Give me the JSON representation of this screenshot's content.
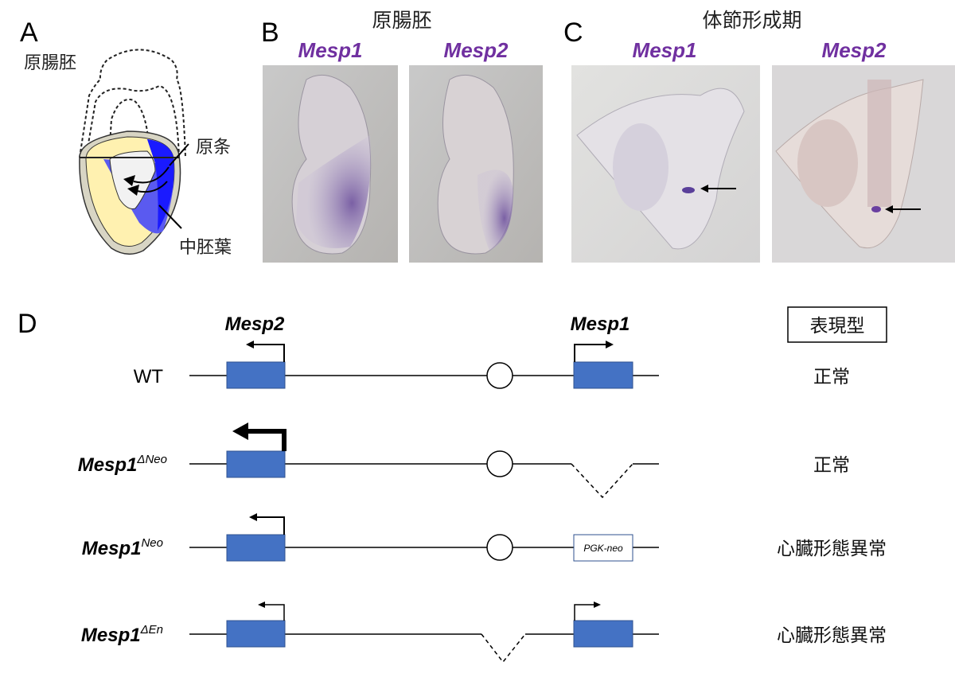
{
  "panels": {
    "a": "A",
    "b": "B",
    "c": "C",
    "d": "D"
  },
  "panel_a": {
    "gastrula": "原腸胚",
    "primitive_streak": "原条",
    "mesoderm": "中胚葉"
  },
  "panel_b": {
    "title": "原腸胚",
    "title_color": "#e02a2a",
    "genes": [
      "Mesp1",
      "Mesp2"
    ]
  },
  "panel_c": {
    "title": "体節形成期",
    "title_color": "#2a9a2a",
    "genes": [
      "Mesp1",
      "Mesp2"
    ]
  },
  "panel_d": {
    "gene_left": "Mesp2",
    "gene_right": "Mesp1",
    "phenotype_header": "表現型",
    "rows": [
      {
        "label": "WT",
        "sup": "",
        "phenotype": "正常"
      },
      {
        "label": "Mesp1",
        "sup": "ΔNeo",
        "phenotype": "正常"
      },
      {
        "label": "Mesp1",
        "sup": "Neo",
        "phenotype": "心臓形態異常",
        "cassette": "PGK-neo"
      },
      {
        "label": "Mesp1",
        "sup": "ΔEn",
        "phenotype": "心臓形態異常"
      }
    ]
  },
  "colors": {
    "exon": "#4472c4",
    "gene_label": "#7030a0",
    "mesoderm": "#1a1aff",
    "endoderm_yellow": "#fff2b0"
  }
}
